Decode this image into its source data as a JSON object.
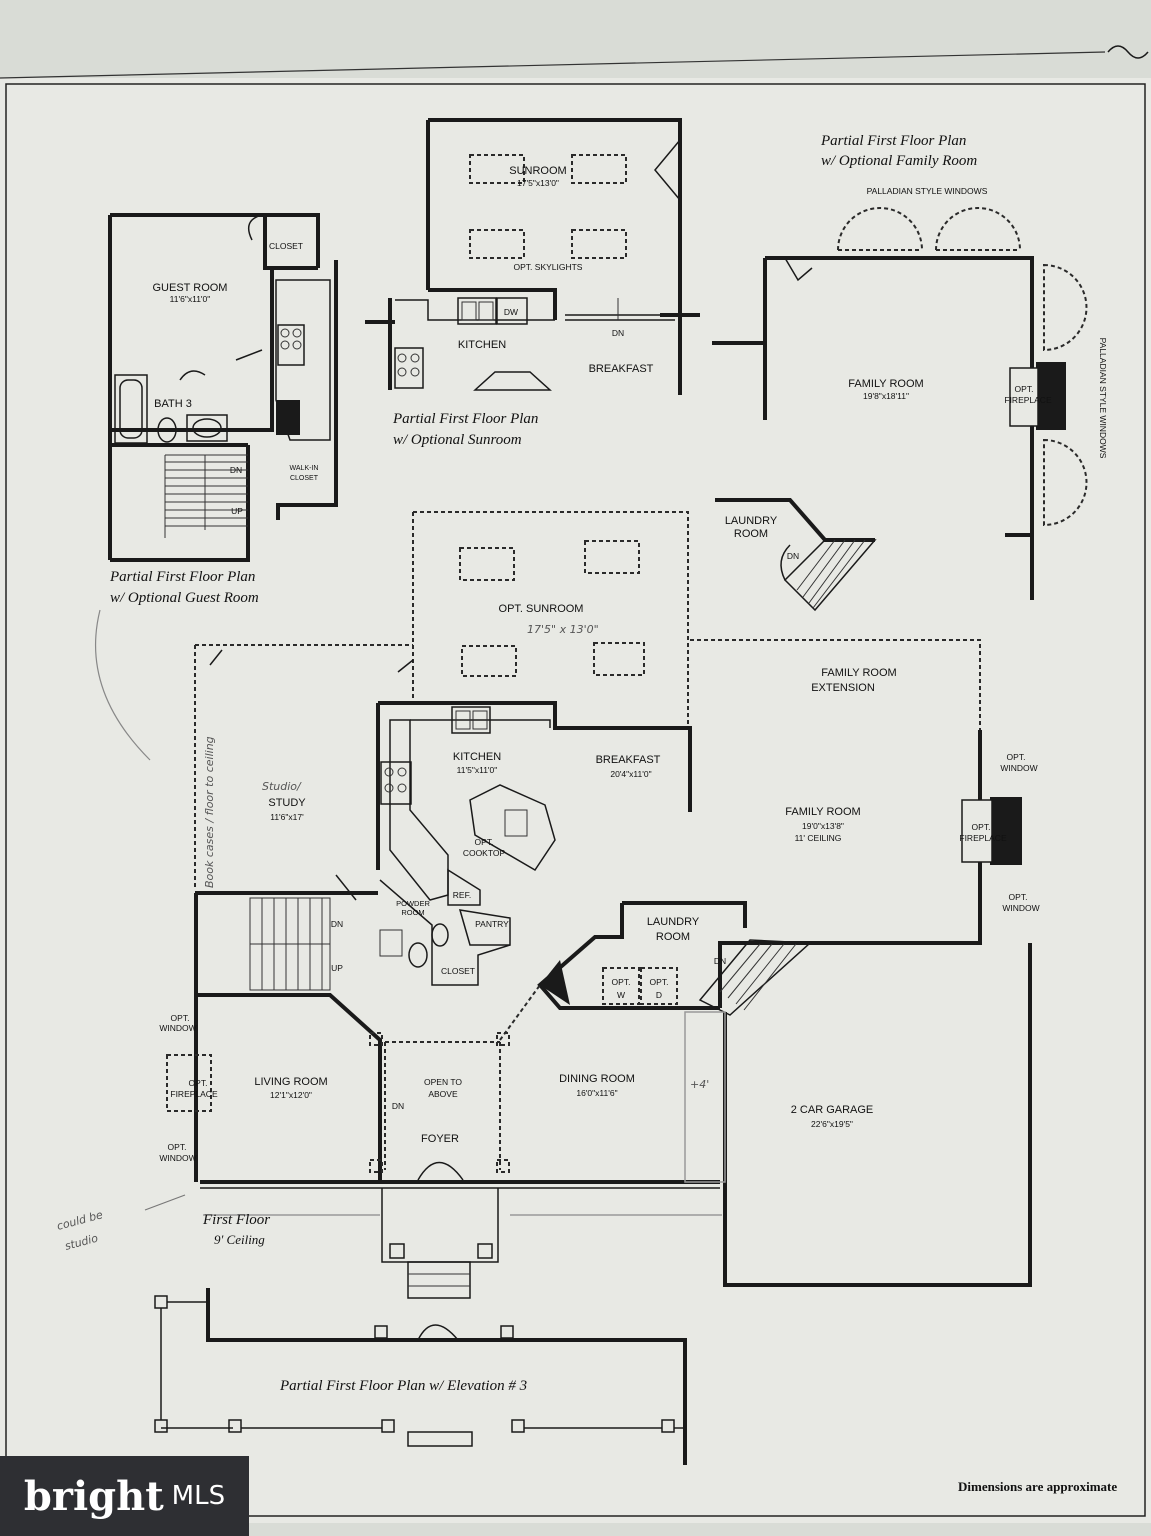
{
  "captions": {
    "guest": [
      "Partial First Floor Plan",
      "w/ Optional Guest Room"
    ],
    "sunroom": [
      "Partial First Floor Plan",
      "w/ Optional Sunroom"
    ],
    "family": [
      "Partial First Floor Plan",
      "w/ Optional Family Room"
    ],
    "first_floor": "First Floor",
    "first_floor_ceiling": "9' Ceiling",
    "elevation": "Partial First Floor Plan w/ Elevation # 3"
  },
  "guest_plan": {
    "closet": "CLOSET",
    "guest_room": "GUEST ROOM",
    "guest_room_dim": "11'6\"x11'0\"",
    "bath3": "BATH 3",
    "dn": "DN",
    "up": "UP",
    "walkin_1": "WALK-IN",
    "walkin_2": "CLOSET"
  },
  "sunroom_plan": {
    "sunroom": "SUNROOM",
    "sunroom_dim": "17'5\"x13'0\"",
    "skylights": "OPT. SKYLIGHTS",
    "dw": "DW",
    "dn": "DN",
    "kitchen": "KITCHEN",
    "breakfast": "BREAKFAST"
  },
  "family_plan": {
    "palladian_top": "PALLADIAN STYLE WINDOWS",
    "palladian_side": "PALLADIAN STYLE WINDOWS",
    "family_room": "FAMILY ROOM",
    "family_room_dim": "19'8\"x18'11\"",
    "fireplace_1": "OPT.",
    "fireplace_2": "FIREPLACE",
    "laundry_1": "LAUNDRY",
    "laundry_2": "ROOM",
    "dn": "DN"
  },
  "main_plan": {
    "opt_sunroom": "OPT. SUNROOM",
    "family_ext_1": "FAMILY ROOM",
    "family_ext_2": "EXTENSION",
    "kitchen": "KITCHEN",
    "kitchen_dim": "11'5\"x11'0\"",
    "breakfast": "BREAKFAST",
    "breakfast_dim": "20'4\"x11'0\"",
    "study": "STUDY",
    "study_dim": "11'6\"x17'",
    "opt_cooktop_1": "OPT.",
    "opt_cooktop_2": "COOKTOP",
    "ref": "REF.",
    "pantry": "PANTRY",
    "powder_1": "POWDER",
    "powder_2": "ROOM",
    "closet": "CLOSET",
    "family_room": "FAMILY ROOM",
    "family_room_dim": "19'0\"x13'8\"",
    "family_ceiling": "11' CEILING",
    "opt_window_a1": "OPT.",
    "opt_window_a2": "WINDOW",
    "opt_fireplace_1": "OPT.",
    "opt_fireplace_2": "FIREPLACE",
    "opt_window_b1": "OPT.",
    "opt_window_b2": "WINDOW",
    "laundry_1": "LAUNDRY",
    "laundry_2": "ROOM",
    "opt_w_1": "OPT.",
    "opt_w_2": "W",
    "opt_d_1": "OPT.",
    "opt_d_2": "D",
    "dn_stair": "DN",
    "up_stair": "UP",
    "dn_laundry": "DN",
    "opt_window_l1": "OPT.",
    "opt_window_l2": "WINDOW",
    "opt_fireplace_l1": "OPT.",
    "opt_fireplace_l2": "FIREPLACE",
    "opt_window_l3": "OPT.",
    "opt_window_l4": "WINDOW",
    "living_room": "LIVING ROOM",
    "living_room_dim": "12'1\"x12'0\"",
    "dn_living": "DN",
    "open_above_1": "OPEN TO",
    "open_above_2": "ABOVE",
    "foyer": "FOYER",
    "dining_room": "DINING ROOM",
    "dining_room_dim": "16'0\"x11'6\"",
    "garage": "2 CAR GARAGE",
    "garage_dim": "22'6\"x19'5\""
  },
  "handwritten": {
    "sunroom_dim": "17'5\" x 13'0\"",
    "studio": "Studio/",
    "bookcases": "Book cases / floor to ceiling",
    "could_be": "could be",
    "studio2": "studio",
    "plus4": "+4'"
  },
  "branding": {
    "logo_word": "bright",
    "logo_mls": "MLS",
    "dimensions_note": "Dimensions are approximate"
  }
}
